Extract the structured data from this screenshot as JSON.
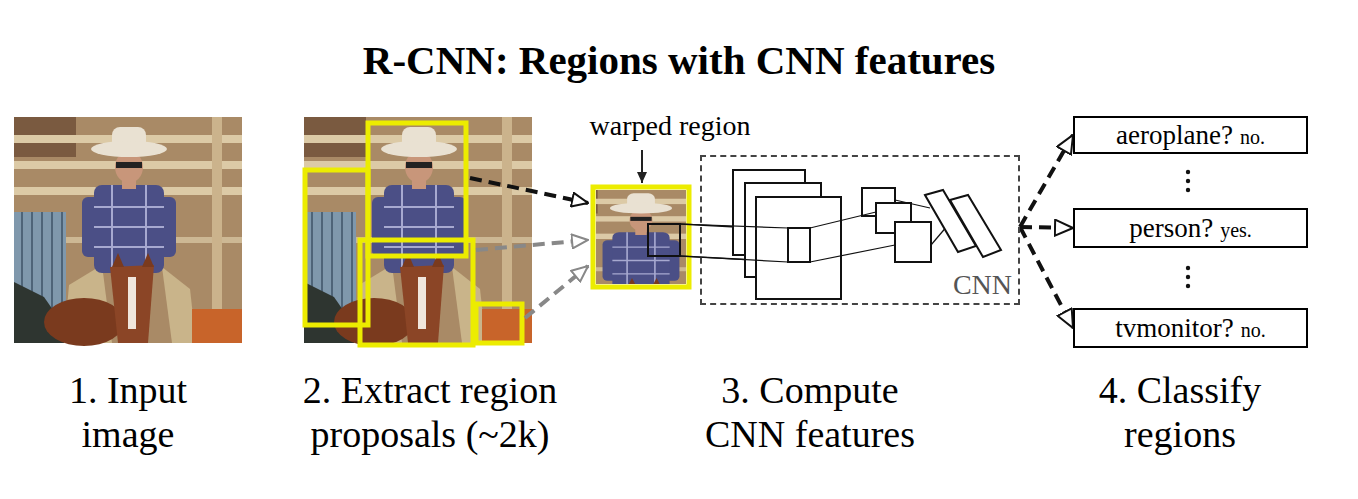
{
  "diagram": {
    "title": "R-CNN: Regions with CNN features",
    "nodes": [
      {
        "text": [
          "CNN"
        ]
      },
      {
        "text": [
          "aeroplane?",
          "no."
        ]
      },
      {
        "text": [
          "person?",
          "yes."
        ]
      },
      {
        "text": [
          "tvmonitor?",
          "no."
        ]
      }
    ],
    "edges": [
      {
        "from": 0,
        "to": 1,
        "arrow": "to"
      },
      {
        "from": 0,
        "to": 2,
        "arrow": "to"
      },
      {
        "from": 0,
        "to": 3,
        "arrow": "to"
      }
    ],
    "labels": [
      "warped region",
      "1. Input image",
      "2. Extract region proposals (~2k)",
      "3. Compute CNN features",
      "4. Classify regions"
    ]
  }
}
